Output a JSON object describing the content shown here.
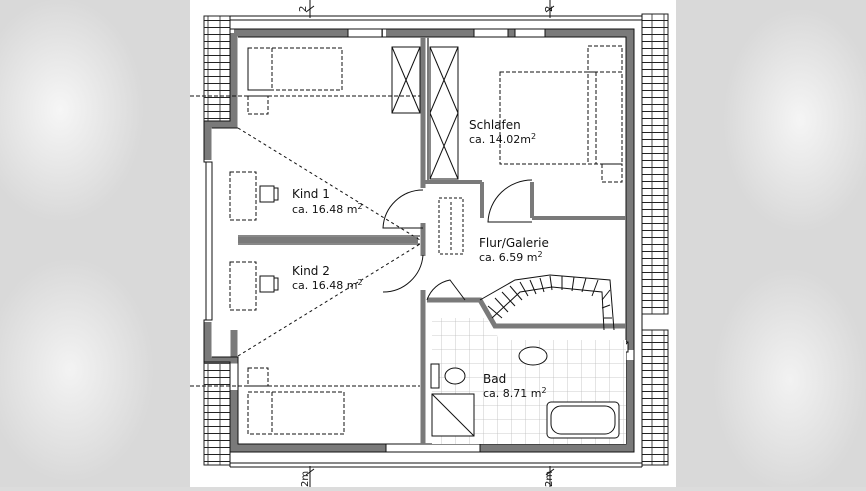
{
  "rooms": {
    "kind1": {
      "name": "Kind  1",
      "area": "ca. 16.48",
      "unit": "m",
      "sup": "2"
    },
    "kind2": {
      "name": "Kind  2",
      "area": "ca. 16.48",
      "unit": "m",
      "sup": "2"
    },
    "schlafen": {
      "name": "Schlafen",
      "area": "ca. 14.02",
      "unit": "m",
      "sup": "2"
    },
    "flur": {
      "name": "Flur/Galerie",
      "area": "ca. 6.59",
      "unit": "m",
      "sup": "2"
    },
    "bad": {
      "name": "Bad",
      "area": "ca. 8.71",
      "unit": "m",
      "sup": "2"
    }
  },
  "dimension_marks": {
    "top_left": "2",
    "top_right": "2",
    "bottom_left": "2m",
    "bottom_right": "2m"
  },
  "colors": {
    "wall": "#7a7a7a",
    "line": "#111111",
    "tile": "#bcbcbc"
  }
}
